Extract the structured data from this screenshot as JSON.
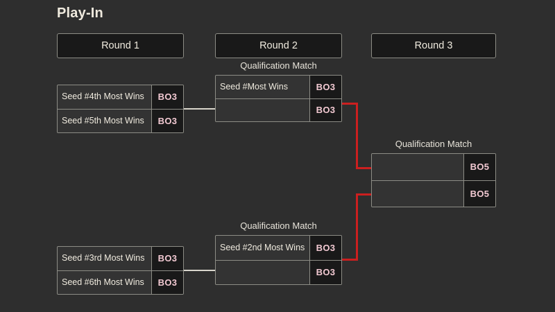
{
  "page": {
    "title": "Play-In",
    "background_color": "#2e2e2e",
    "accent_color": "#cc1f1f",
    "format_text_color": "#f2c9d2"
  },
  "rounds": [
    {
      "id": "round-1",
      "label": "Round 1"
    },
    {
      "id": "round-2",
      "label": "Round 2"
    },
    {
      "id": "round-3",
      "label": "Round 3"
    }
  ],
  "matches": {
    "r1_top": {
      "label": "",
      "slots": [
        {
          "name": "Seed #4th Most Wins",
          "format": "BO3"
        },
        {
          "name": "Seed #5th Most Wins",
          "format": "BO3"
        }
      ]
    },
    "r1_bottom": {
      "label": "",
      "slots": [
        {
          "name": "Seed #3rd Most Wins",
          "format": "BO3"
        },
        {
          "name": "Seed #6th Most Wins",
          "format": "BO3"
        }
      ]
    },
    "r2_top": {
      "label": "Qualification Match",
      "slots": [
        {
          "name": "Seed #Most Wins",
          "format": "BO3"
        },
        {
          "name": "",
          "format": "BO3"
        }
      ]
    },
    "r2_bottom": {
      "label": "Qualification Match",
      "slots": [
        {
          "name": "Seed #2nd Most Wins",
          "format": "BO3"
        },
        {
          "name": "",
          "format": "BO3"
        }
      ]
    },
    "r3_final": {
      "label": "Qualification Match",
      "slots": [
        {
          "name": "",
          "format": "BO5"
        },
        {
          "name": "",
          "format": "BO5"
        }
      ]
    }
  }
}
